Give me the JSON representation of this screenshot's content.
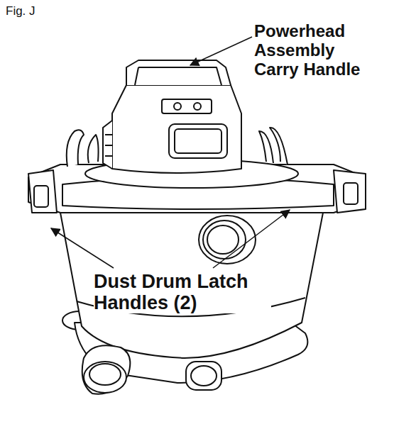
{
  "diagram": {
    "labels": [
      "Fig. J",
      "Powerhead Assembly Carry Handle",
      "Dust Drum Latch Handles (2)"
    ]
  }
}
